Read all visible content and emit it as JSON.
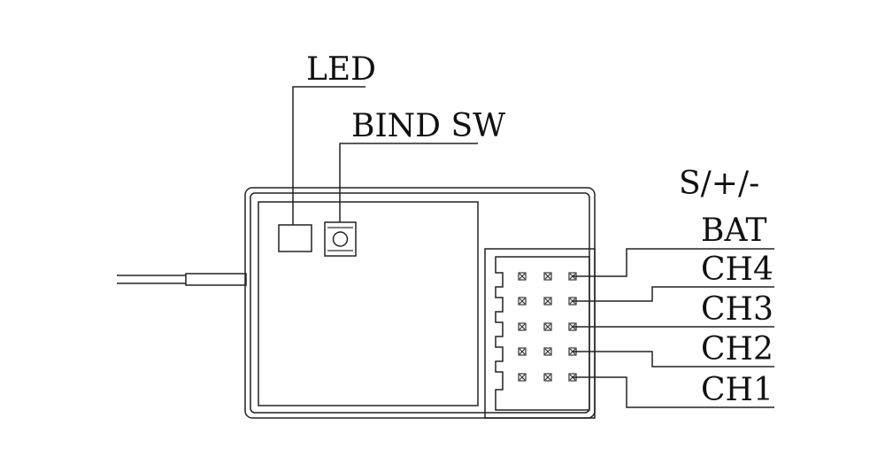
{
  "labels": {
    "led": "LED",
    "bind_sw": "BIND SW",
    "pin_order": "S/+/-",
    "bat": "BAT",
    "ch4": "CH4",
    "ch3": "CH3",
    "ch2": "CH2",
    "ch1": "CH1"
  },
  "colors": {
    "line": "#222222",
    "background": "#ffffff"
  }
}
